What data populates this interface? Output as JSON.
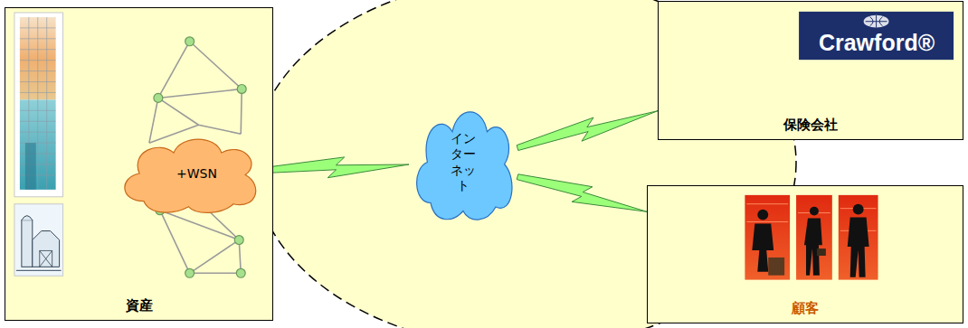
{
  "diagram": {
    "nodes": [
      {
        "text": [
          "資産"
        ]
      },
      {
        "text": [
          "+WSN"
        ],
        "in": 0
      },
      {
        "text": [
          "インターネット"
        ]
      },
      {
        "text": [
          "保険会社"
        ]
      },
      {
        "text": [
          "顧客"
        ]
      }
    ],
    "edges": [
      {
        "from": 1,
        "to": 2,
        "arrow": "none"
      },
      {
        "from": 2,
        "to": 3,
        "arrow": "none"
      },
      {
        "from": 2,
        "to": 4,
        "arrow": "none"
      }
    ],
    "labels": [
      "Crawford®"
    ]
  }
}
